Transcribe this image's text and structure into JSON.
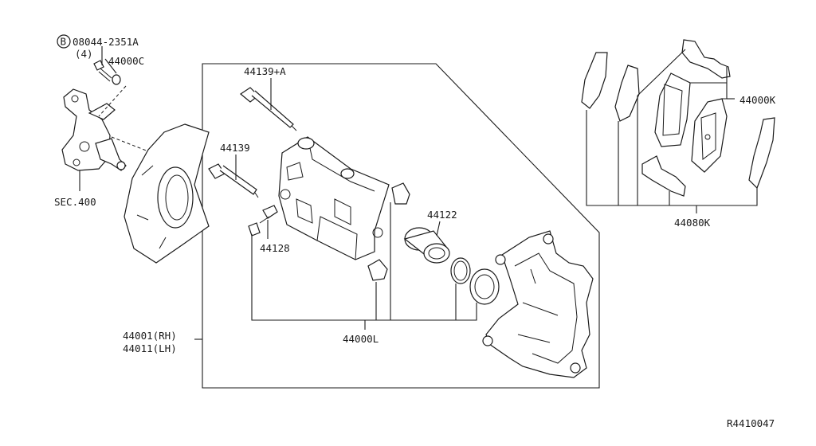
{
  "labels": {
    "bolt_spec": "08044-2351A",
    "bolt_circle": "B",
    "bolt_qty": "(4)",
    "p44000C": "44000C",
    "sec400": "SEC.400",
    "p44139A": "44139+A",
    "p44139": "44139",
    "p44128": "44128",
    "p44122": "44122",
    "p44000L": "44000L",
    "p44001": "44001(RH)",
    "p44011": "44011(LH)",
    "p44000K": "44000K",
    "p44080K": "44080K",
    "ref": "R4410047"
  }
}
